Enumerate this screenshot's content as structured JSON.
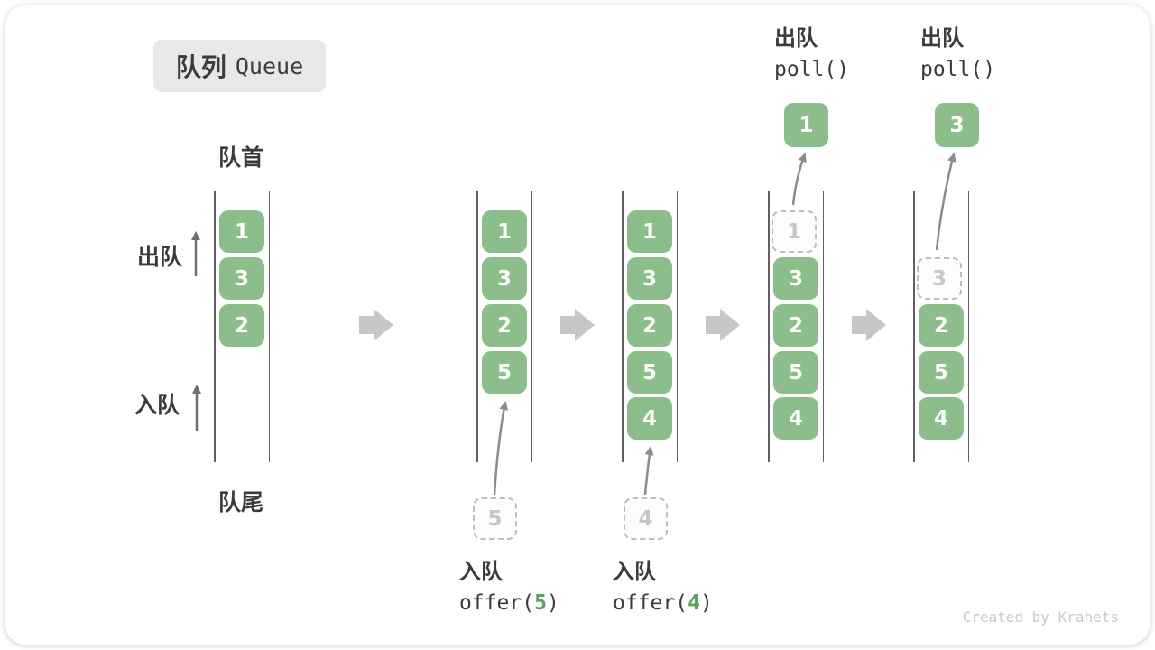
{
  "title": {
    "zh": "队列",
    "en": "Queue"
  },
  "labels": {
    "head": "队首",
    "tail": "队尾",
    "dequeue": "出队",
    "enqueue": "入队"
  },
  "queues": [
    {
      "slots": [
        {
          "v": "1"
        },
        {
          "v": "3"
        },
        {
          "v": "2"
        }
      ]
    },
    {
      "slots": [
        {
          "v": "1"
        },
        {
          "v": "3"
        },
        {
          "v": "2"
        },
        {
          "v": "5"
        }
      ],
      "incoming": "5"
    },
    {
      "slots": [
        {
          "v": "1"
        },
        {
          "v": "3"
        },
        {
          "v": "2"
        },
        {
          "v": "5"
        },
        {
          "v": "4"
        }
      ],
      "incoming": "4"
    },
    {
      "slots": [
        {
          "v": "1",
          "dashed": true
        },
        {
          "v": "3"
        },
        {
          "v": "2"
        },
        {
          "v": "5"
        },
        {
          "v": "4"
        }
      ],
      "outgoing": "1",
      "op": {
        "label": "出队",
        "code": "poll()"
      }
    },
    {
      "slots": [
        {
          "v": "3",
          "dashed": true
        },
        {
          "v": "2"
        },
        {
          "v": "5"
        },
        {
          "v": "4"
        }
      ],
      "outgoing": "3",
      "op": {
        "label": "出队",
        "code": "poll()"
      }
    }
  ],
  "enqueue_ops": [
    {
      "label": "入队",
      "fn": "offer(",
      "arg": "5",
      "close": ")"
    },
    {
      "label": "入队",
      "fn": "offer(",
      "arg": "4",
      "close": ")"
    }
  ],
  "watermark": "Created by Krahets",
  "colors": {
    "box_green": "#8bbe8b",
    "accent_green": "#5aa35a",
    "title_bg": "#e8e8e8",
    "text_dark": "#3b3b3b",
    "block_arrow_gray": "#c7c7c7",
    "curve_arrow_gray": "#8c8c8c",
    "dashed_gray": "#bdbdbd",
    "watermark_gray": "#c9c9c9"
  }
}
